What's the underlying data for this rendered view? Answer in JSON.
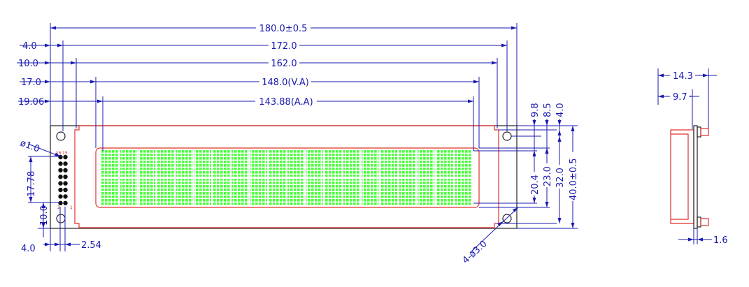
{
  "front_view": {
    "dimensions": {
      "overall_width": "180.0±0.5",
      "hole_pitch": "172.0",
      "bezel_width": "162.0",
      "view_area": "148.0(V.A)",
      "active_area": "143.88(A.A)",
      "left_hole_offset": "4.0",
      "left_bezel_offset": "10.0",
      "left_va_offset": "17.0",
      "left_aa_offset": "19.06",
      "right_9_8": "9.8",
      "right_8_5": "8.5",
      "right_4_0": "4.0",
      "height_aa": "20.4",
      "height_va": "23.0",
      "height_bezel": "32.0",
      "overall_height": "40.0±0.5",
      "pin_span": "17.78",
      "pin_bottom": "10.0",
      "pin_left": "4.0",
      "pin_pitch": "2.54",
      "pin_hole_dia": "ø1.0",
      "mount_holes": "4-ø3.0"
    },
    "pin_labels": [
      "16",
      "15",
      "2",
      "1"
    ],
    "display": {
      "cols": 20,
      "rows": 2
    }
  },
  "side_view": {
    "dimensions": {
      "total_depth": "14.3",
      "module_depth": "9.7",
      "pcb_thickness": "1.6"
    }
  },
  "colors": {
    "dimension": "#1a1ab0",
    "outline": "#222222",
    "bezel": "#e0302a",
    "pixel": "#49ff3a"
  }
}
